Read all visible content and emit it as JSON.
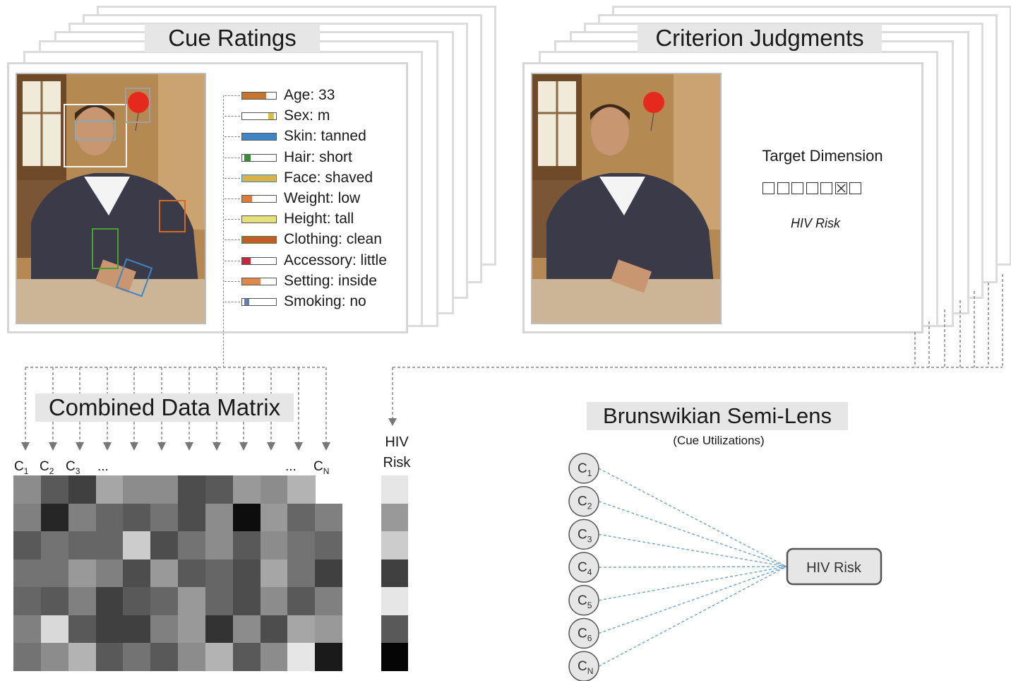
{
  "cue_panel": {
    "title": "Cue Ratings",
    "cues": [
      {
        "label": "Age: 33",
        "fill_color": "#c8742c",
        "fill": 0.7,
        "style": "bar"
      },
      {
        "label": "Sex: m",
        "fill_color": "#d9c040",
        "fill": 0.15,
        "style": "dot-right"
      },
      {
        "label": "Skin: tanned",
        "fill_color": "#3f85c6",
        "fill": 1.0,
        "style": "bar"
      },
      {
        "label": "Hair: short",
        "fill_color": "#3c8a3c",
        "fill": 0.2,
        "style": "dot-left"
      },
      {
        "label": "Face: shaved",
        "fill_color": "#d9b248",
        "fill": 1.0,
        "style": "bar-blue"
      },
      {
        "label": "Weight: low",
        "fill_color": "#e07a3a",
        "fill": 0.3,
        "style": "bar"
      },
      {
        "label": "Height: tall",
        "fill_color": "#e6e07a",
        "fill": 1.0,
        "style": "bar"
      },
      {
        "label": "Clothing: clean",
        "fill_color": "#c85a2a",
        "fill": 1.0,
        "style": "bar-green"
      },
      {
        "label": "Accessory: little",
        "fill_color": "#c02a3a",
        "fill": 0.25,
        "style": "bar"
      },
      {
        "label": "Setting: inside",
        "fill_color": "#e0884a",
        "fill": 0.55,
        "style": "bar"
      },
      {
        "label": "Smoking: no",
        "fill_color": "#6a7ca8",
        "fill": 0.15,
        "style": "dot-left"
      }
    ]
  },
  "criterion_panel": {
    "title": "Criterion Judgments",
    "target_label": "Target Dimension",
    "rating_boxes": 7,
    "checked_index": 5,
    "dimension_name": "HIV Risk"
  },
  "matrix": {
    "title": "Combined Data Matrix",
    "col_labels": [
      "C",
      "C",
      "C",
      "...",
      "...",
      "C"
    ],
    "col_subscripts": [
      "1",
      "2",
      "3",
      "",
      "",
      "N"
    ],
    "rows": [
      [
        0.55,
        0.35,
        0.25,
        0.65,
        0.55,
        0.55,
        0.3,
        0.35,
        0.6,
        0.55,
        0.7,
        null
      ],
      [
        0.5,
        0.15,
        0.5,
        0.4,
        0.35,
        0.45,
        0.3,
        0.55,
        0.05,
        0.6,
        0.4,
        0.5
      ],
      [
        0.35,
        0.45,
        0.4,
        0.4,
        0.8,
        0.3,
        0.45,
        0.55,
        0.35,
        0.55,
        0.45,
        0.4
      ],
      [
        0.45,
        0.45,
        0.6,
        0.5,
        0.3,
        0.6,
        0.35,
        0.4,
        0.3,
        0.65,
        0.45,
        0.25
      ],
      [
        0.4,
        0.35,
        0.5,
        0.25,
        0.35,
        0.4,
        0.6,
        0.4,
        0.3,
        0.55,
        0.35,
        0.5
      ],
      [
        0.5,
        0.85,
        0.35,
        0.25,
        0.25,
        0.5,
        0.6,
        0.2,
        0.55,
        0.3,
        0.65,
        0.6
      ],
      [
        0.45,
        0.55,
        0.7,
        0.35,
        0.45,
        0.35,
        0.55,
        0.7,
        0.35,
        0.55,
        0.9,
        0.1
      ]
    ],
    "risk_label_line1": "HIV",
    "risk_label_line2": "Risk",
    "risk_column": [
      0.9,
      0.6,
      0.8,
      0.25,
      0.9,
      0.35,
      0.02
    ]
  },
  "lens": {
    "title": "Brunswikian Semi-Lens",
    "subtitle": "(Cue Utilizations)",
    "nodes": [
      {
        "main": "C",
        "sub": "1"
      },
      {
        "main": "C",
        "sub": "2"
      },
      {
        "main": "C",
        "sub": "3"
      },
      {
        "main": "C",
        "sub": "4"
      },
      {
        "main": "C",
        "sub": "5"
      },
      {
        "main": "C",
        "sub": "6"
      },
      {
        "main": "C",
        "sub": "N"
      }
    ],
    "target": "HIV Risk"
  }
}
